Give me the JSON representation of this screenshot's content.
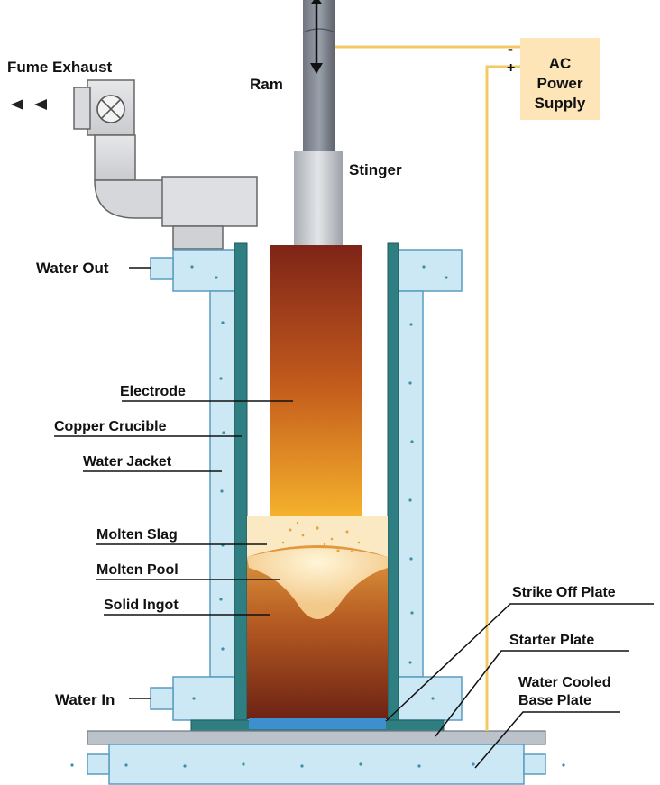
{
  "labels": {
    "ram": "Ram",
    "fume_exhaust": "Fume Exhaust",
    "stinger": "Stinger",
    "water_out": "Water Out",
    "electrode": "Electrode",
    "copper_crucible": "Copper Crucible",
    "water_jacket": "Water Jacket",
    "molten_slag": "Molten Slag",
    "molten_pool": "Molten Pool",
    "solid_ingot": "Solid Ingot",
    "water_in": "Water In",
    "strike_off_plate": "Strike Off Plate",
    "starter_plate": "Starter Plate",
    "water_cooled_base_plate_line1": "Water Cooled",
    "water_cooled_base_plate_line2": "Base Plate"
  },
  "power_supply": {
    "line1": "AC",
    "line2": "Power",
    "line3": "Supply",
    "minus": "-",
    "plus": "+"
  },
  "colors": {
    "water": "#cde8f5",
    "water_border": "#5a9cc0",
    "crucible": "#2f7f82",
    "electrode_top": "#7e2418",
    "electrode_bottom": "#f7b52c",
    "wire": "#f4c863",
    "power_box": "#fde5b8",
    "steel": "#9a9ea6",
    "strike_plate": "#3d8fce"
  }
}
